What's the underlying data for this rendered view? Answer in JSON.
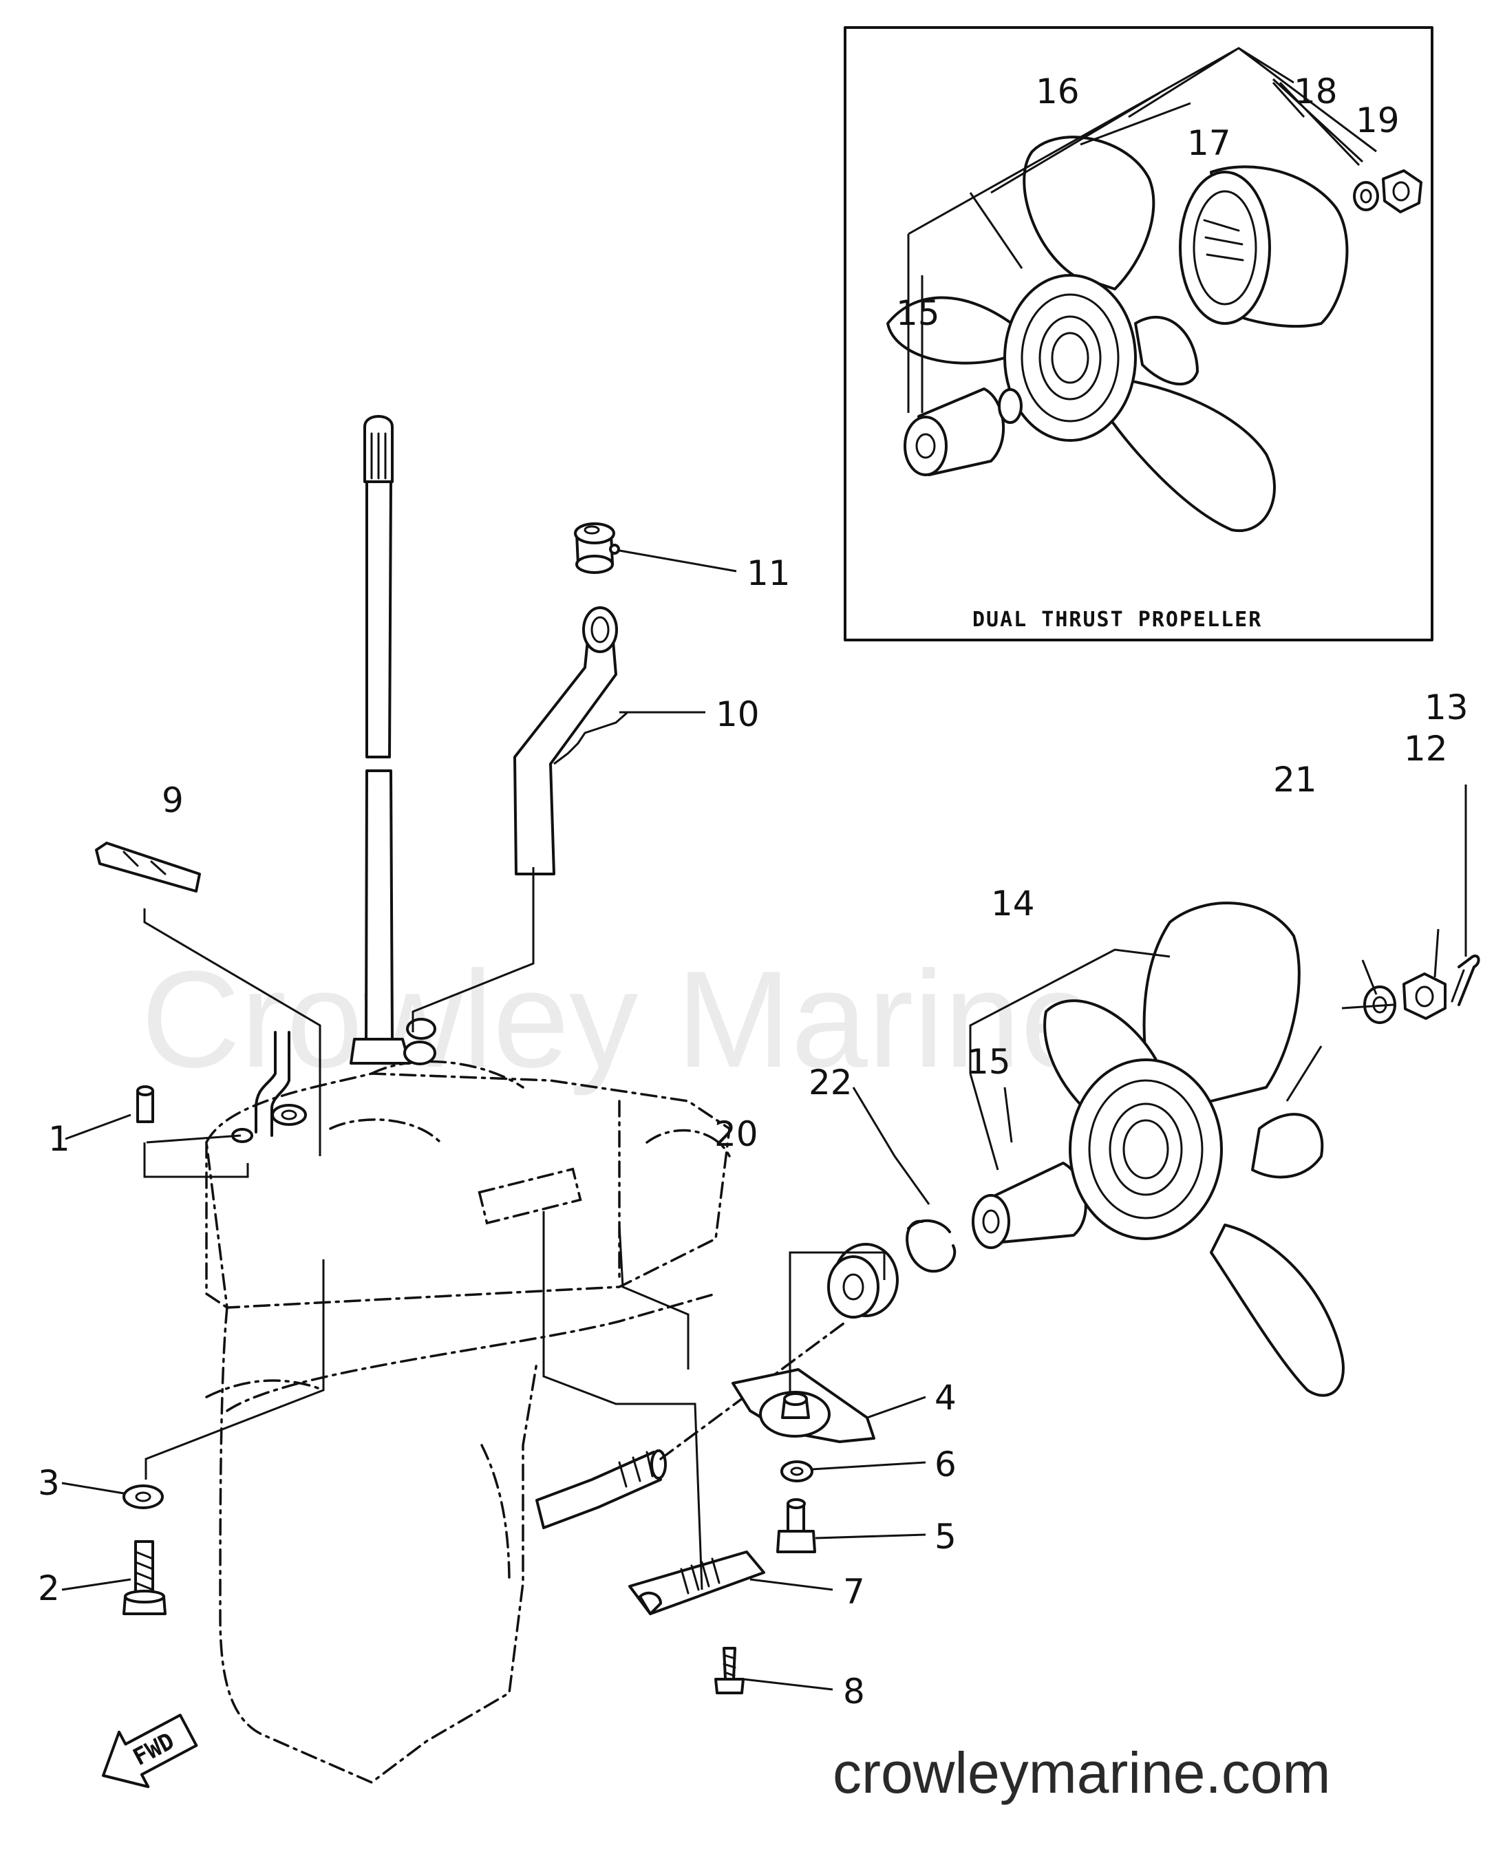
{
  "diagram": {
    "inset_caption": "DUAL THRUST PROPELLER",
    "watermark": "Crowley Marine",
    "site_label": "crowleymarine.com",
    "direction_label": "FWD",
    "callouts": [
      "1",
      "2",
      "3",
      "4",
      "5",
      "6",
      "7",
      "8",
      "9",
      "10",
      "11",
      "12",
      "13",
      "14",
      "15",
      "15",
      "16",
      "17",
      "18",
      "19",
      "20",
      "21",
      "22"
    ]
  }
}
